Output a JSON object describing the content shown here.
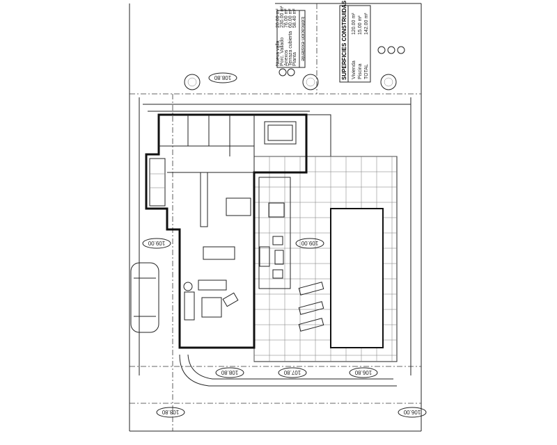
{
  "table_existing": {
    "title": "Edificación existente",
    "rows": [
      {
        "label": "Planta",
        "value": "58.40 m²"
      },
      {
        "label": "Terraza cubierta",
        "value": "60.00 m²"
      },
      {
        "label": "Anexos",
        "value": "76.00 m²"
      },
      {
        "label": "Porc. Vallado",
        "value": "230.00 m²"
      },
      {
        "label": "Nueva valla",
        "value": "20.00 m²"
      }
    ]
  },
  "table_built": {
    "title": "SUPERFICIES CONSTRUIDAS",
    "rows": [
      {
        "label": "Vivienda",
        "value": "120.00 m²"
      },
      {
        "label": "Piscina",
        "value": "15.00 m²"
      },
      {
        "label": "TOTAL",
        "value": "142.00 m²"
      }
    ]
  },
  "elevations": [
    "108.80",
    "109.00",
    "109.00",
    "108.80",
    "107.80",
    "106.80",
    "108.80",
    "106.00"
  ]
}
